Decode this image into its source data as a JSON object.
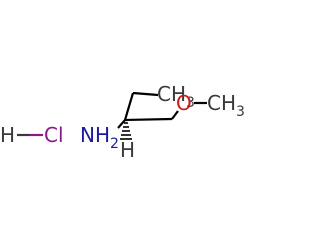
{
  "structure": {
    "hcl": {
      "h_label": "H",
      "cl_label": "Cl",
      "h_color": "#3a3a3a",
      "cl_color": "#8a1a8a",
      "bond_color_h": "#3a3a3a",
      "bond_color_cl": "#8a1a8a"
    },
    "amine": {
      "label": "NH",
      "subscript": "2",
      "color": "#1a1aa0"
    },
    "methyl": {
      "label": "CH",
      "subscript": "3",
      "color": "#3a3a3a"
    },
    "ether_oxygen": {
      "label": "O",
      "color": "#cc1a1a"
    },
    "methoxy_methyl": {
      "label": "CH",
      "subscript": "3",
      "color": "#3a3a3a"
    },
    "stereo_h": {
      "label": "H",
      "color": "#3a3a3a"
    }
  }
}
